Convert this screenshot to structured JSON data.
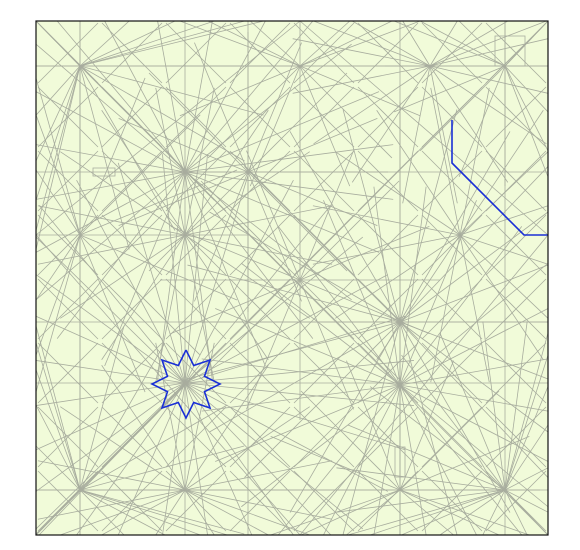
{
  "diagram": {
    "kind": "origami-crease-pattern",
    "colors": {
      "page_background": "#ffffff",
      "paper_fill": "#f1fbd9",
      "paper_border": "#111111",
      "crease_line": "#a8ad9e",
      "highlight_line": "#1a2fd6"
    },
    "highlighted_features": [
      "eight-point-star-outline",
      "upper-right-bent-path"
    ]
  }
}
